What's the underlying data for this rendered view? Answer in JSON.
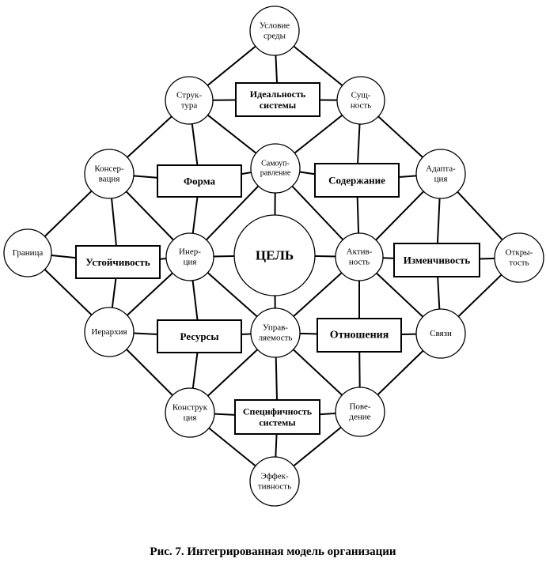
{
  "caption": "Рис. 7. Интегрированная модель организации",
  "circles": [
    {
      "id": "usl",
      "lines": [
        "Условие",
        "среды"
      ]
    },
    {
      "id": "str",
      "lines": [
        "Струк-",
        "тура"
      ]
    },
    {
      "id": "sush",
      "lines": [
        "Сущ-",
        "ность"
      ]
    },
    {
      "id": "kons",
      "lines": [
        "Консер-",
        "вация"
      ]
    },
    {
      "id": "samo",
      "lines": [
        "Самоуп-",
        "равление"
      ]
    },
    {
      "id": "adapt",
      "lines": [
        "Адапта-",
        "ция"
      ]
    },
    {
      "id": "gran",
      "lines": [
        "Граница"
      ]
    },
    {
      "id": "iner",
      "lines": [
        "Инер-",
        "ция"
      ]
    },
    {
      "id": "cel",
      "lines": [
        "ЦЕЛЬ"
      ]
    },
    {
      "id": "akt",
      "lines": [
        "Актив-",
        "ность"
      ]
    },
    {
      "id": "otkr",
      "lines": [
        "Откры-",
        "тость"
      ]
    },
    {
      "id": "ier",
      "lines": [
        "Иерархия"
      ]
    },
    {
      "id": "uprav",
      "lines": [
        "Управ-",
        "ляемость"
      ]
    },
    {
      "id": "svyazi",
      "lines": [
        "Связи"
      ]
    },
    {
      "id": "konstr",
      "lines": [
        "Конструк",
        "ция"
      ]
    },
    {
      "id": "pov",
      "lines": [
        "Пове-",
        "дение"
      ]
    },
    {
      "id": "eff",
      "lines": [
        "Эффек-",
        "тивность"
      ]
    }
  ],
  "boxes": [
    {
      "id": "ideal",
      "lines": [
        "Идеальность",
        "системы"
      ]
    },
    {
      "id": "forma",
      "lines": [
        "Форма"
      ]
    },
    {
      "id": "sod",
      "lines": [
        "Содержание"
      ]
    },
    {
      "id": "ust",
      "lines": [
        "Устойчивость"
      ]
    },
    {
      "id": "izm",
      "lines": [
        "Изменчивость"
      ]
    },
    {
      "id": "res",
      "lines": [
        "Ресурсы"
      ]
    },
    {
      "id": "otn",
      "lines": [
        "Отношения"
      ]
    },
    {
      "id": "spec",
      "lines": [
        "Специфичность",
        "системы"
      ]
    }
  ]
}
